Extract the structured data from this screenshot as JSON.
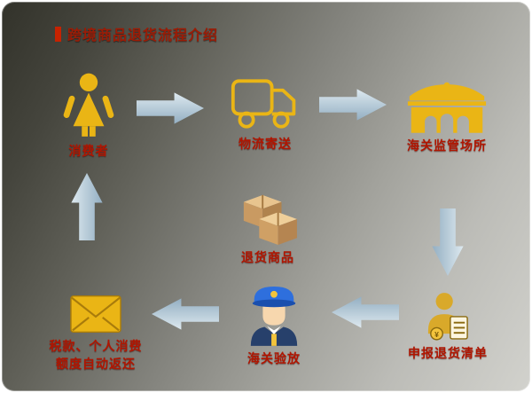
{
  "title": {
    "text": "跨境商品退货流程介绍"
  },
  "nodes": {
    "consumer": {
      "label": "消费者"
    },
    "logistics": {
      "label": "物流寄送"
    },
    "customs_site": {
      "label": "海关监管场所"
    },
    "return_goods": {
      "label": "退货商品"
    },
    "declare_list": {
      "label": "申报退货清单"
    },
    "customs_release": {
      "label": "海关验放"
    },
    "refund": {
      "line1": "税款、个人消费",
      "line2": "额度自动返还"
    }
  },
  "flow_order": [
    "consumer",
    "logistics",
    "customs_site",
    "declare_list",
    "customs_release",
    "refund",
    "consumer"
  ],
  "colors": {
    "icon_gold": "#eab515",
    "label_red": "#b01500",
    "title_red": "#9b1c06",
    "accent_bar_red": "#c62200",
    "arrow_light_blue": "#e3edf3",
    "arrow_dark_blue": "#8fabc0",
    "officer_cap_blue": "#2e6fdd",
    "box_tan": "#cfa065",
    "background_dark": "#32322a",
    "background_light": "#d2d2cd"
  }
}
